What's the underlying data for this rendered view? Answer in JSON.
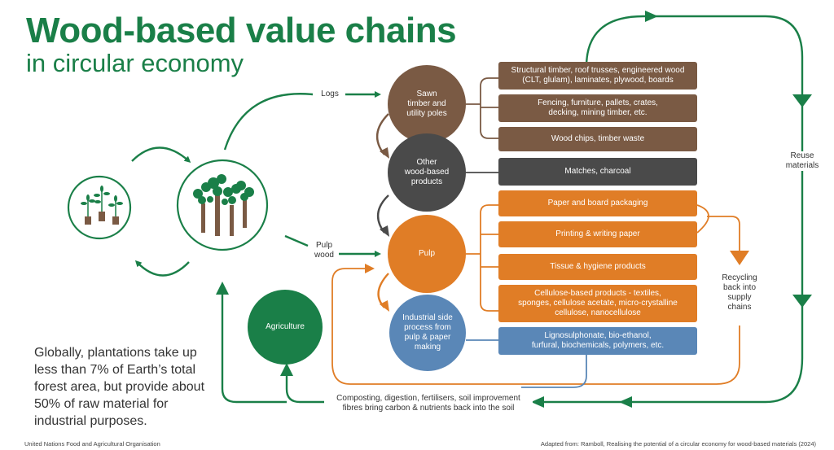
{
  "title": {
    "line1": "Wood-based value chains",
    "line2": "in circular economy"
  },
  "note": "Globally, plantations take up less than 7% of Earth’s total forest area, but provide about 50% of raw material for industrial purposes.",
  "sources": {
    "left": "United Nations Food and Agricultural Organisation",
    "right": "Adapted from: Ramboll, Realising the potential of a circular economy for wood-based materials (2024)"
  },
  "labels": {
    "logs": "Logs",
    "pulp_wood": "Pulp\nwood",
    "reuse": "Reuse\nmaterials",
    "recycling": "Recycling\nback into\nsupply\nchains",
    "composting": "Composting, digestion, fertilisers, soil improvement\nfibres bring carbon & nutrients back into the soil"
  },
  "circles": {
    "sawn": "Sawn\ntimber and\nutility poles",
    "other": "Other\nwood-based\nproducts",
    "pulp": "Pulp",
    "industrial": "Industrial side\nprocess from\npulp & paper\nmaking",
    "agriculture": "Agriculture"
  },
  "boxes": {
    "structural": "Structural timber, roof trusses, engineered wood\n(CLT, glulam), laminates, plywood, boards",
    "fencing": "Fencing, furniture, pallets, crates,\ndecking, mining timber, etc.",
    "chips": "Wood chips, timber waste",
    "matches": "Matches, charcoal",
    "packaging": "Paper and board packaging",
    "printing": "Printing & writing paper",
    "tissue": "Tissue & hygiene products",
    "cellulose": "Cellulose-based products - textiles,\nsponges, cellulose acetate, micro-crystalline\ncellulose, nanocellulose",
    "ligno": "Lignosulphonate, bio-ethanol,\nfurfural, biochemicals, polymers, etc."
  },
  "icons": {
    "saplings": "saplings-icon",
    "forest": "forest-icon"
  },
  "colors": {
    "green": "#1a7f48",
    "brown": "#7a5a44",
    "dark": "#4a4a4a",
    "orange": "#e07d26",
    "blue": "#5a87b7"
  }
}
